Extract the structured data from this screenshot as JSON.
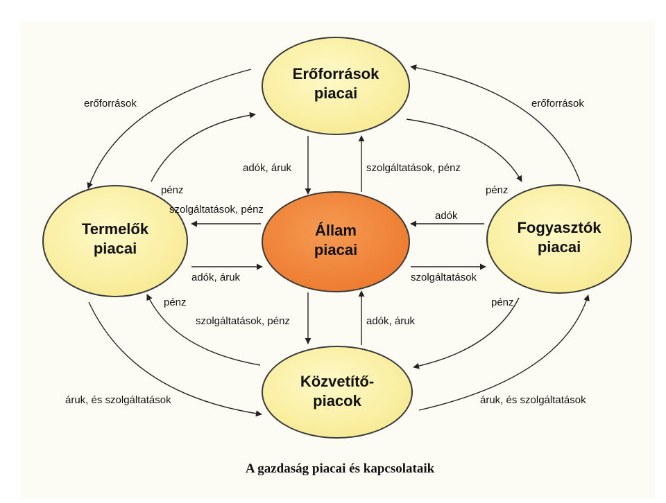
{
  "colors": {
    "market_node": "#fbf2a6",
    "state_node": "#f0873c",
    "outline": "#3a3a3a",
    "arrow": "#222222",
    "background": "#fdfcf4"
  },
  "nodes": {
    "eroforrasok": {
      "line1": "Erőforrások",
      "line2": "piacai"
    },
    "termelok": {
      "line1": "Termelők",
      "line2": "piacai"
    },
    "allam": {
      "line1": "Állam",
      "line2": "piacai"
    },
    "fogyasztok": {
      "line1": "Fogyasztók",
      "line2": "piacai"
    },
    "kozvetito": {
      "line1": "Közvetítő-",
      "line2": "piacok"
    }
  },
  "edge_labels": {
    "left_outer_top": "erőforrások",
    "right_outer_top": "erőforrások",
    "left_inner_top": "pénz",
    "right_inner_top": "pénz",
    "top_down": "adók, áruk",
    "top_up": "szolgáltatások, pénz",
    "allam_to_termelok": "szolgáltatások, pénz",
    "fogyasztok_to_allam": "adók",
    "termelok_to_allam": "adók, áruk",
    "allam_to_fogyasztok": "szolgáltatások",
    "left_inner_bottom": "pénz",
    "right_inner_bottom": "pénz",
    "bottom_down": "szolgáltatások, pénz",
    "bottom_up": "adók, áruk",
    "left_outer_bottom": "áruk, és szolgáltatások",
    "right_outer_bottom": "áruk, és szolgáltatások"
  },
  "caption": "A gazdaság piacai és kapcsolataik"
}
